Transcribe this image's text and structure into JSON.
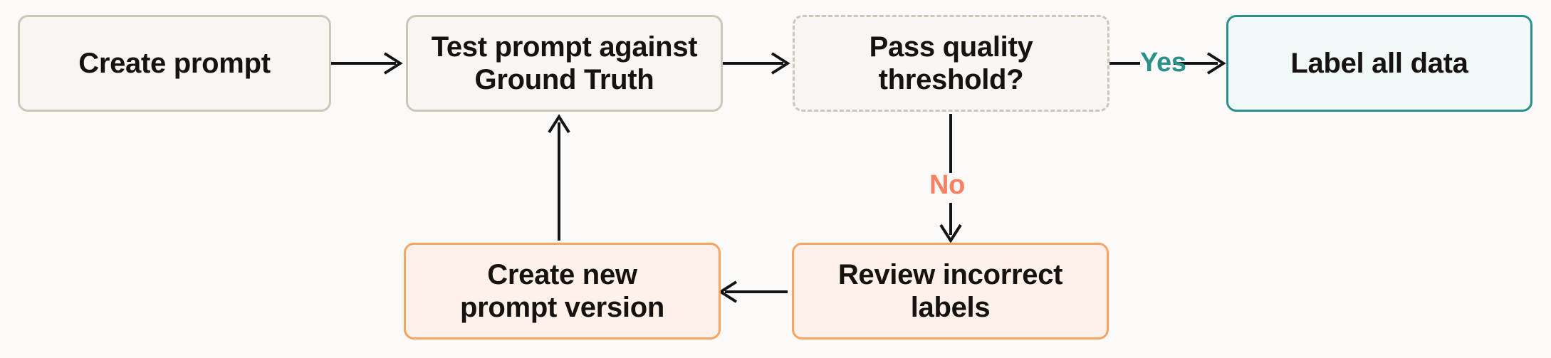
{
  "diagram": {
    "title": "Prompt evaluation loop flowchart",
    "background_color": "#fbfaf8",
    "nodes": [
      {
        "id": "create-prompt",
        "label": "Create prompt",
        "style": "neutral",
        "border_color": "#cdc6b9",
        "fill_color": "#f7f6f3"
      },
      {
        "id": "test-prompt",
        "label": "Test prompt against\nGround Truth",
        "style": "neutral",
        "border_color": "#cdc6b9",
        "fill_color": "#f7f6f3"
      },
      {
        "id": "pass-threshold",
        "label": "Pass quality\nthreshold?",
        "style": "decision",
        "border_color": "#cdc6b9",
        "fill_color": "#f7f6f3"
      },
      {
        "id": "label-all-data",
        "label": "Label all data",
        "style": "success",
        "border_color": "#2a9189",
        "fill_color": "#f1f9f8"
      },
      {
        "id": "review-labels",
        "label": "Review incorrect\nlabels",
        "style": "warn",
        "border_color": "#f7a361",
        "fill_color": "#fdf1e9"
      },
      {
        "id": "create-new-version",
        "label": "Create new\nprompt version",
        "style": "warn",
        "border_color": "#f7a361",
        "fill_color": "#fdf1e9"
      }
    ],
    "edges": [
      {
        "id": "create-to-test",
        "label": "",
        "from": "create-prompt",
        "to": "test-prompt"
      },
      {
        "id": "test-to-decision",
        "label": "",
        "from": "test-prompt",
        "to": "pass-threshold"
      },
      {
        "id": "decision-yes",
        "label": "Yes",
        "from": "pass-threshold",
        "to": "label-all-data",
        "label_color": "#2a9189"
      },
      {
        "id": "decision-no",
        "label": "No",
        "from": "pass-threshold",
        "to": "review-labels",
        "label_color": "#fd7f62"
      },
      {
        "id": "review-to-new-version",
        "label": "",
        "from": "review-labels",
        "to": "create-new-version"
      },
      {
        "id": "new-version-to-test",
        "label": "",
        "from": "create-new-version",
        "to": "test-prompt"
      }
    ]
  }
}
